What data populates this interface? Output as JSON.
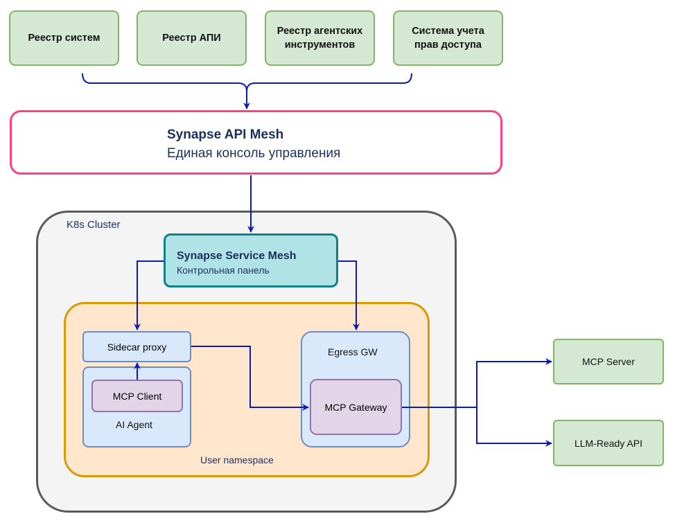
{
  "registries": [
    {
      "lines": [
        "Реестр систем"
      ]
    },
    {
      "lines": [
        "Реестр АПИ"
      ]
    },
    {
      "lines": [
        "Реестр агентских",
        "инструментов"
      ]
    },
    {
      "lines": [
        "Система учета",
        "прав доступа"
      ]
    }
  ],
  "console": {
    "title": "Synapse API Mesh",
    "subtitle": "Единая консоль управления"
  },
  "cluster": {
    "label": "K8s Cluster"
  },
  "service_mesh": {
    "title": "Synapse Service Mesh",
    "subtitle": "Контрольная панель"
  },
  "namespace": {
    "label": "User namespace"
  },
  "sidecar": {
    "label": "Sidecar proxy"
  },
  "mcp_client": {
    "label": "MCP Client"
  },
  "ai_agent": {
    "label": "AI Agent"
  },
  "egress": {
    "label": "Egress GW"
  },
  "mcp_gateway": {
    "label": "MCP Gateway"
  },
  "external": {
    "mcp_server": "MCP Server",
    "llm_api": "LLM-Ready API"
  },
  "colors": {
    "arrow": "#0b1ab7",
    "console_border": "#ff3d8b",
    "service_mesh_border": "#0e8088",
    "namespace_border": "#d79b00"
  }
}
